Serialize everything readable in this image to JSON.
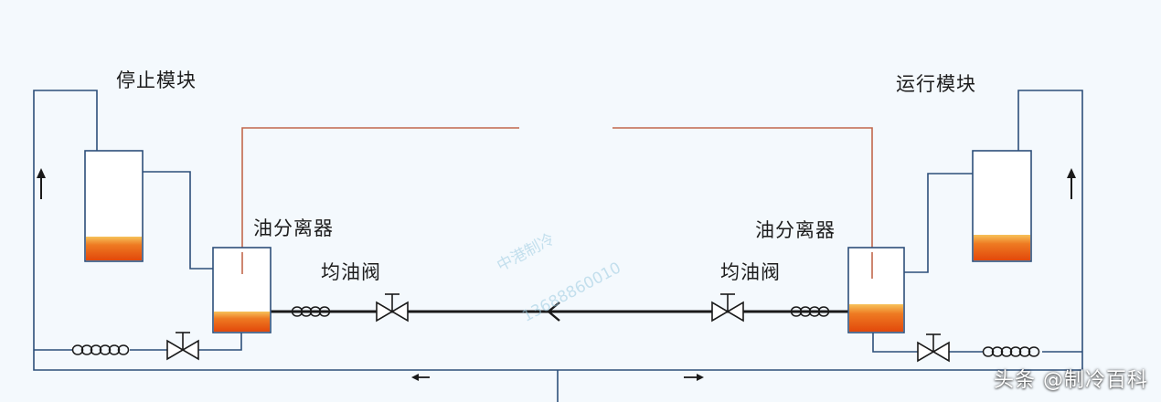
{
  "labels": {
    "stop_module": "停止模块",
    "run_module": "运行模块",
    "oil_separator_left": "油分离器",
    "oil_separator_right": "油分离器",
    "balance_valve_left": "均油阀",
    "balance_valve_right": "均油阀"
  },
  "watermark": {
    "line1": "中港制冷",
    "line2": "13688860010"
  },
  "brand": "头条 @制冷百科",
  "colors": {
    "pipe": "#2d4f7a",
    "discharge_pipe": "#c2684c",
    "oil": "#e8560f",
    "oil_light": "#f5b23c",
    "balance_line": "#1a1a1a",
    "tank_fill": "#ffffff"
  }
}
